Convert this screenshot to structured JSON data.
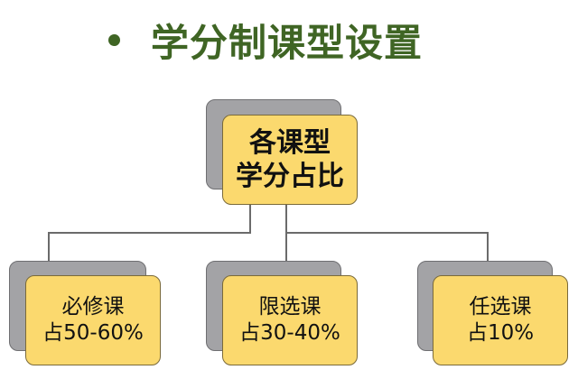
{
  "title": {
    "bullet": "•",
    "text": "学分制课型设置"
  },
  "colors": {
    "title": "#3f6524",
    "box_front": "#fbd96e",
    "box_back": "#a3a3a6",
    "connector": "#6b6b6b"
  },
  "root": {
    "line1": "各课型",
    "line2": "学分占比"
  },
  "children": [
    {
      "line1": "必修课",
      "line2": "占50-60%"
    },
    {
      "line1": "限选课",
      "line2": "占30-40%"
    },
    {
      "line1": "任选课",
      "line2": "占10%"
    }
  ]
}
